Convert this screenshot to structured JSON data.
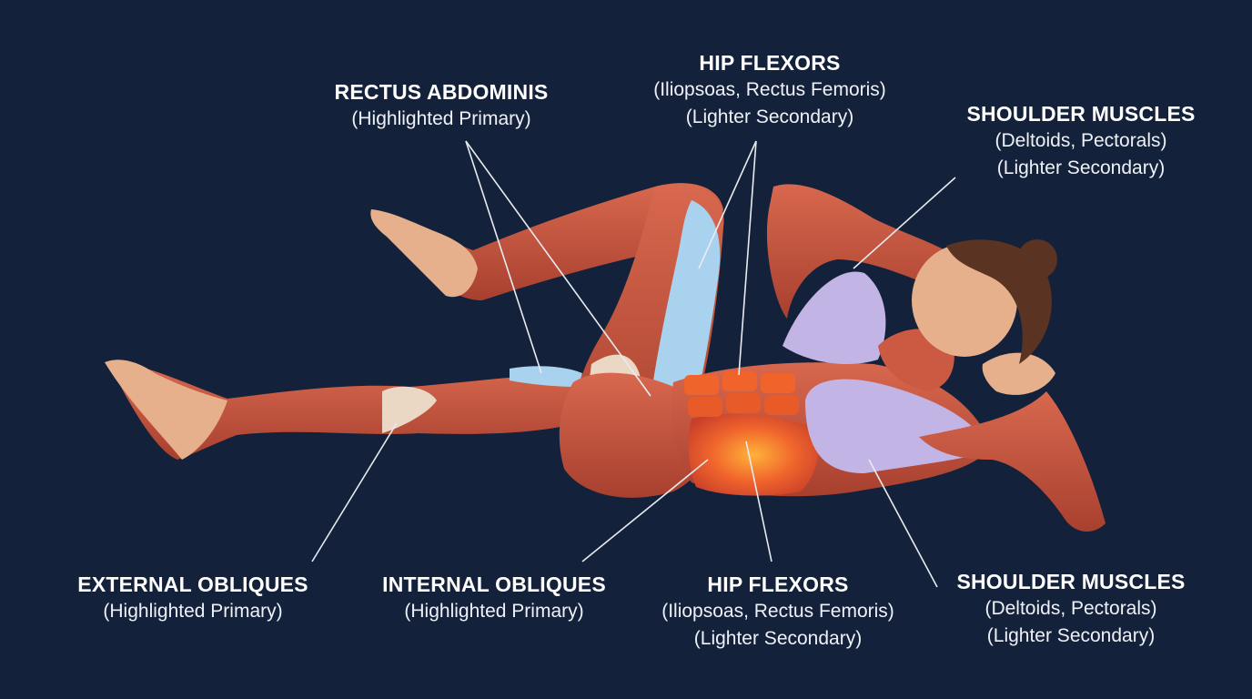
{
  "colors": {
    "background": "#14213a",
    "primary_muscle": "#f0642c",
    "secondary_hip": "#a9d2ee",
    "secondary_shoulder": "#c3b4e6",
    "muscle": "#c9533c",
    "skin": "#e7b08c",
    "tendon": "#ead7c4",
    "leader_line": "#e8ecf2"
  },
  "icons": [
    "anatomical-figure-bicycle-crunch"
  ],
  "labels": {
    "rectus_abdominis": {
      "title": "RECTUS ABDOMINIS",
      "lines": [
        "(Highlighted Primary)"
      ]
    },
    "hip_flexors_top": {
      "title": "HIP FLEXORS",
      "lines": [
        "(Iliopsoas, Rectus Femoris)",
        "(Lighter Secondary)"
      ]
    },
    "shoulder_top": {
      "title": "SHOULDER MUSCLES",
      "lines": [
        "(Deltoids, Pectorals)",
        "(Lighter Secondary)"
      ]
    },
    "external_obliques": {
      "title": "EXTERNAL OBLIQUES",
      "lines": [
        "(Highlighted Primary)"
      ]
    },
    "internal_obliques": {
      "title": "INTERNAL OBLIQUES",
      "lines": [
        "(Highlighted Primary)"
      ]
    },
    "hip_flexors_bottom": {
      "title": "HIP FLEXORS",
      "lines": [
        "(Iliopsoas, Rectus Femoris)",
        "(Lighter Secondary)"
      ]
    },
    "shoulder_bottom": {
      "title": "SHOULDER MUSCLES",
      "lines": [
        "(Deltoids, Pectorals)",
        "(Lighter Secondary)"
      ]
    }
  }
}
